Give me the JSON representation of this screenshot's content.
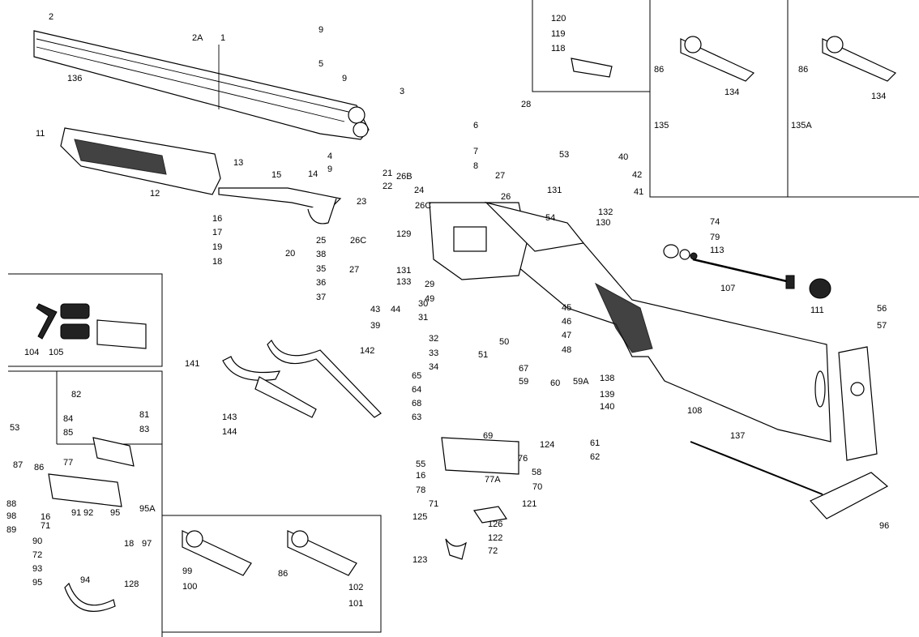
{
  "labels": [
    "2",
    "2A",
    "1",
    "136",
    "9",
    "5",
    "9",
    "3",
    "28",
    "120",
    "119",
    "118",
    "86",
    "134",
    "135",
    "86",
    "134",
    "135A",
    "11",
    "4",
    "9",
    "6",
    "7",
    "8",
    "13",
    "15",
    "14",
    "12",
    "21",
    "22",
    "26B",
    "27",
    "53",
    "40",
    "42",
    "41",
    "16",
    "17",
    "19",
    "18",
    "20",
    "23",
    "24",
    "26C",
    "26",
    "131",
    "132",
    "54",
    "130",
    "25",
    "26C",
    "27",
    "129",
    "131",
    "133",
    "38",
    "35",
    "36",
    "37",
    "43",
    "39",
    "44",
    "29",
    "49",
    "45",
    "46",
    "47",
    "48",
    "74",
    "79",
    "113",
    "107",
    "111",
    "56",
    "57",
    "30",
    "31",
    "32",
    "50",
    "51",
    "33",
    "34",
    "108",
    "104",
    "105",
    "141",
    "142",
    "143",
    "144",
    "65",
    "67",
    "59",
    "60",
    "59A",
    "64",
    "68",
    "63",
    "69",
    "138",
    "139",
    "140",
    "137",
    "124",
    "61",
    "62",
    "53",
    "82",
    "81",
    "84",
    "85",
    "83",
    "77",
    "87",
    "86",
    "16",
    "71",
    "91",
    "92",
    "95",
    "95A",
    "88",
    "98",
    "89",
    "90",
    "72",
    "93",
    "94",
    "18",
    "97",
    "95",
    "128",
    "55",
    "76",
    "16",
    "58",
    "78",
    "77A",
    "70",
    "71",
    "121",
    "125",
    "126",
    "122",
    "123",
    "72",
    "96",
    "99",
    "100",
    "86",
    "102",
    "101"
  ]
}
